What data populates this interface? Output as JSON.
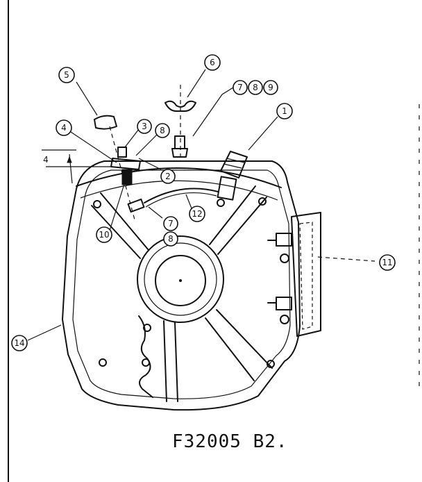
{
  "caption": "F32005 B2.",
  "dimension_label": "4",
  "callouts": {
    "c1": "1",
    "c2": "2",
    "c3": "3",
    "c4": "4",
    "c5": "5",
    "c6": "6",
    "c7a": "7",
    "c8a": "8",
    "c9": "9",
    "c10": "10",
    "c11": "11",
    "c12": "12",
    "c14": "14",
    "c7b": "7",
    "c8b": "8",
    "c8c": "8"
  }
}
